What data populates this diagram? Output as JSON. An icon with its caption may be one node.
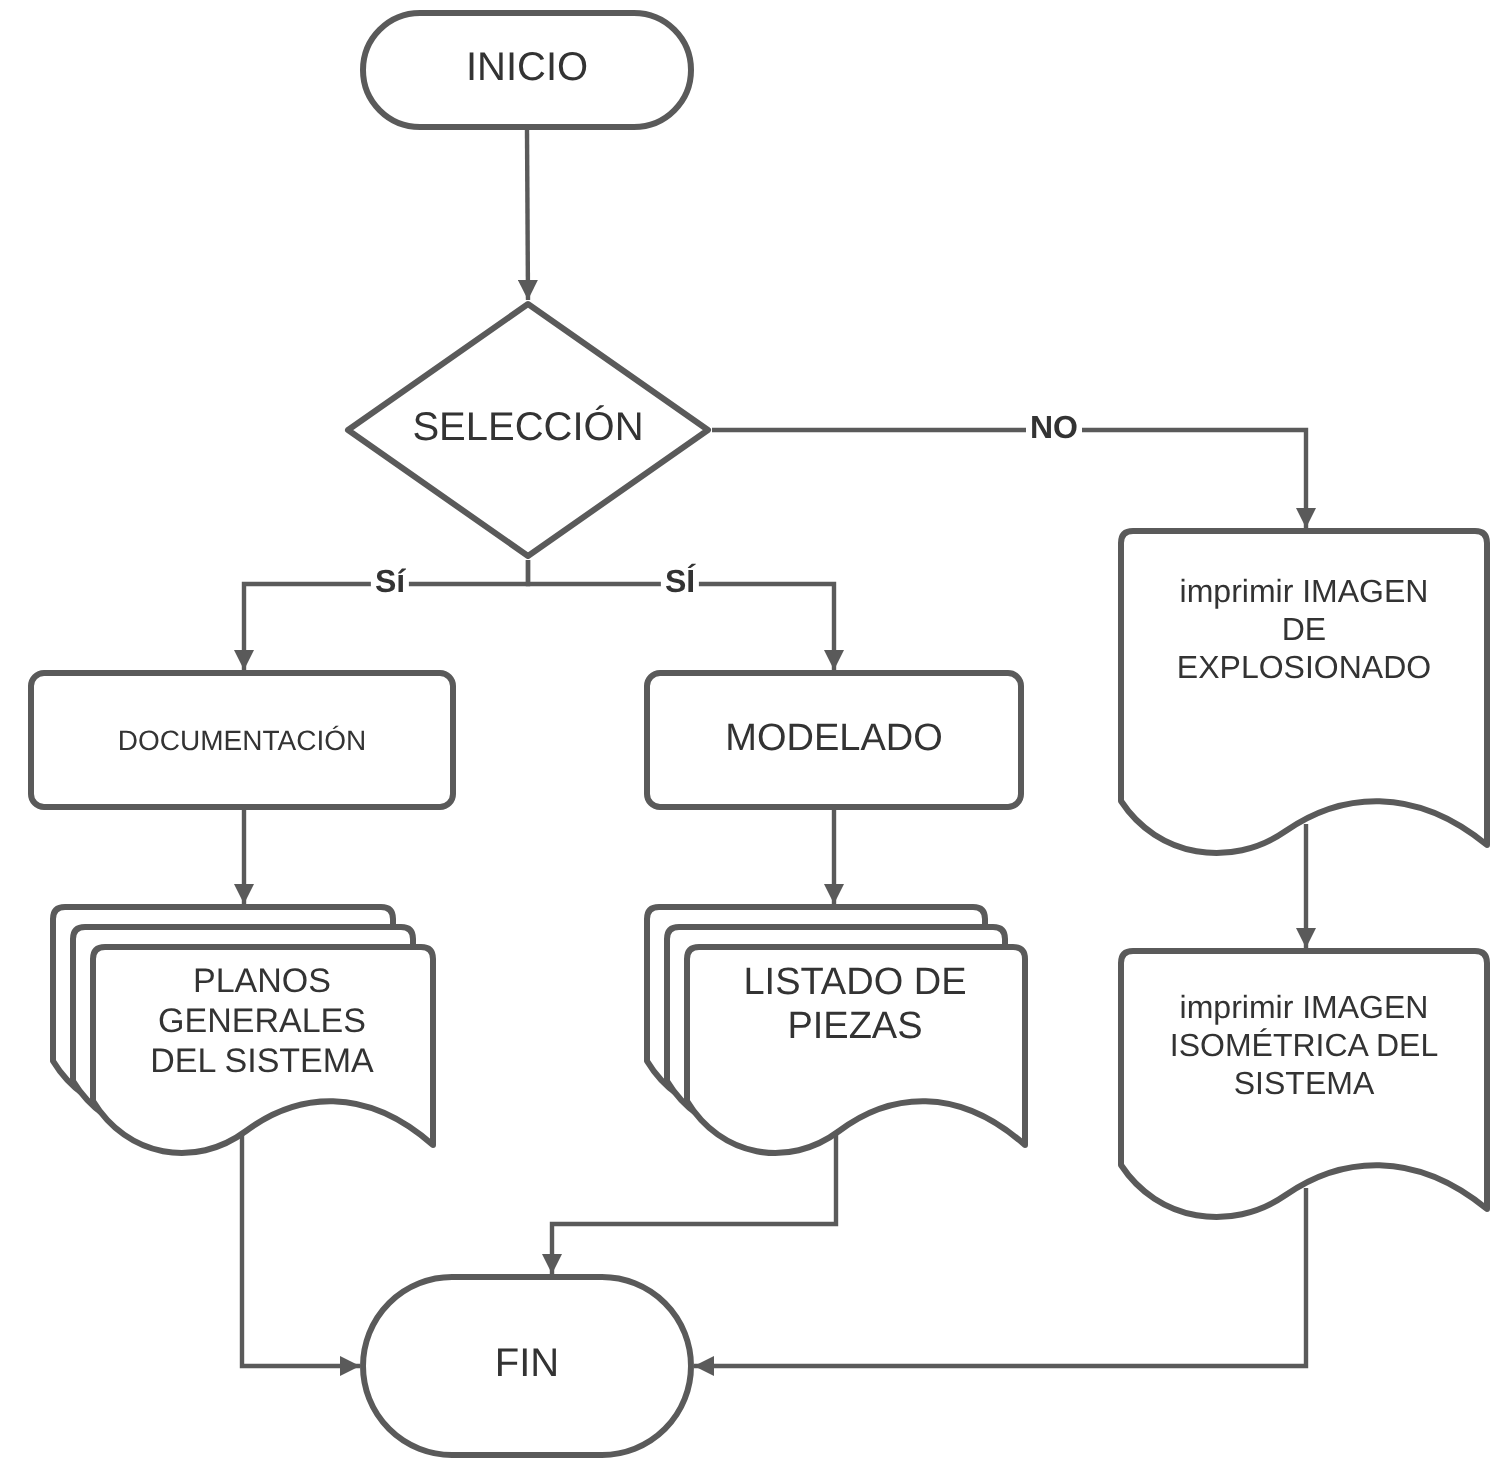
{
  "diagram": {
    "nodes": [
      {
        "text": [
          "INICIO"
        ]
      },
      {
        "text": [
          "SELECCIÓN"
        ]
      },
      {
        "text": [
          "DOCUMENTACIÓN"
        ]
      },
      {
        "text": [
          "MODELADO"
        ]
      },
      {
        "text": [
          "PLANOS GENERALES DEL SISTEMA"
        ]
      },
      {
        "text": [
          "LISTADO DE PIEZAS"
        ]
      },
      {
        "text": [
          "imprimir IMAGEN DE EXPLOSIONADO"
        ]
      },
      {
        "text": [
          "imprimir IMAGEN ISOMÉTRICA DEL SISTEMA"
        ]
      },
      {
        "text": [
          "FIN"
        ]
      }
    ],
    "edges": [
      {
        "from": 0,
        "to": 1,
        "arrow": "to"
      },
      {
        "from": 1,
        "to": 2,
        "arrow": "to",
        "label": "Sí"
      },
      {
        "from": 1,
        "to": 3,
        "arrow": "to",
        "label": "SÍ"
      },
      {
        "from": 1,
        "to": 6,
        "arrow": "to",
        "label": "NO"
      },
      {
        "from": 2,
        "to": 4,
        "arrow": "to"
      },
      {
        "from": 3,
        "to": 5,
        "arrow": "to"
      },
      {
        "from": 6,
        "to": 7,
        "arrow": "to"
      },
      {
        "from": 4,
        "to": 8,
        "arrow": "to"
      },
      {
        "from": 5,
        "to": 8,
        "arrow": "to"
      },
      {
        "from": 7,
        "to": 8,
        "arrow": "to"
      }
    ]
  }
}
